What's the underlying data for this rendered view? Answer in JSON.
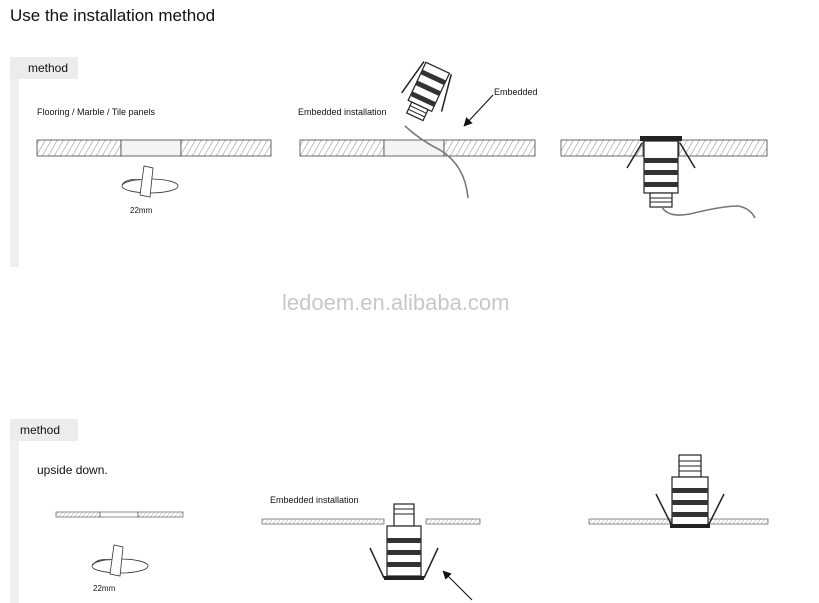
{
  "page_title": "Use the installation method",
  "watermark": "ledoem.en.alibaba.com",
  "section1": {
    "tab_label": "method",
    "label_surface": "Flooring / Marble / Tile panels",
    "label_embedded": "Embedded installation",
    "label_arrow": "Embedded",
    "label_hole": "22mm"
  },
  "section2": {
    "tab_label": "method",
    "label_mode": "upside down.",
    "label_embedded": "Embedded installation",
    "label_hole": "22mm"
  }
}
